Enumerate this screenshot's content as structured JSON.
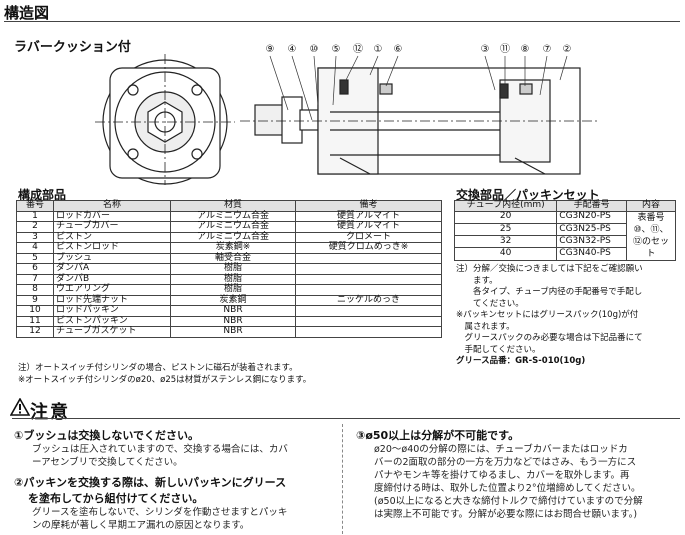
{
  "header": {
    "title": "構造図",
    "subtitle": "ラバークッション付"
  },
  "diagram": {
    "callouts_left": [
      "⑨",
      "④",
      "⑩",
      "⑤",
      "⑫",
      "①",
      "⑥"
    ],
    "callouts_right": [
      "③",
      "⑪",
      "⑧",
      "⑦",
      "②"
    ]
  },
  "parts": {
    "title": "構成部品",
    "columns": [
      "番号",
      "名称",
      "材質",
      "備考"
    ],
    "rows": [
      [
        "1",
        "ロッドカバー",
        "アルミニウム合金",
        "硬質アルマイト"
      ],
      [
        "2",
        "チューブカバー",
        "アルミニウム合金",
        "硬質アルマイト"
      ],
      [
        "3",
        "ピストン",
        "アルミニウム合金",
        "クロメート"
      ],
      [
        "4",
        "ピストンロッド",
        "炭素鋼※",
        "硬質クロムめっき※"
      ],
      [
        "5",
        "ブッシュ",
        "軸受合金",
        ""
      ],
      [
        "6",
        "ダンパA",
        "樹脂",
        ""
      ],
      [
        "7",
        "ダンパB",
        "樹脂",
        ""
      ],
      [
        "8",
        "ウエアリング",
        "樹脂",
        ""
      ],
      [
        "9",
        "ロッド先端ナット",
        "炭素鋼",
        "ニッケルめっき"
      ],
      [
        "10",
        "ロッドパッキン",
        "NBR",
        ""
      ],
      [
        "11",
        "ピストンパッキン",
        "NBR",
        ""
      ],
      [
        "12",
        "チューブガスケット",
        "NBR",
        ""
      ]
    ],
    "notes": [
      "注）オートスイッチ付シリンダの場合、ピストンに磁石が装着されます。",
      "※オートスイッチ付シリンダのø20、ø25は材質がステンレス鋼になります。"
    ]
  },
  "replace": {
    "title": "交換部品／パッキンセット",
    "columns": [
      "チューブ内径(mm)",
      "手配番号",
      "内容"
    ],
    "rows": [
      [
        "20",
        "CG3N20-PS"
      ],
      [
        "25",
        "CG3N25-PS"
      ],
      [
        "32",
        "CG3N32-PS"
      ],
      [
        "40",
        "CG3N40-PS"
      ]
    ],
    "content": "表番号⑩、⑪、⑫のセット",
    "notes": [
      "注）分解／交換につきましては下記をご確認願い",
      "　　ます。",
      "　　各タイプ、チューブ内径の手配番号で手配し",
      "　　てください。",
      "※パッキンセットにはグリースパック(10g)が付",
      "　属されます。",
      "　グリースパックのみ必要な場合は下記品番にて",
      "　手配してください。"
    ],
    "grease": "グリース品番：GR-S-010(10g)"
  },
  "caution": {
    "title": "注意",
    "items": [
      {
        "head": "①ブッシュは交換しないでください。",
        "body": [
          "ブッシュは圧入されていますので、交換する場合には、カバ",
          "ーアセンブリで交換してください。"
        ]
      },
      {
        "head": "②パッキンを交換する際は、新しいパッキンにグリース",
        "head2": "を塗布してから組付けてください。",
        "body": [
          "グリースを塗布しないで、シリンダを作動させますとパッキ",
          "ンの摩耗が著しく早期エア漏れの原因となります。"
        ]
      },
      {
        "head": "③ø50以上は分解が不可能です。",
        "body": [
          "ø20～ø40の分解の際には、チューブカバーまたはロッドカ",
          "バーの2面取の部分の一方を万力などではさみ、もう一方にス",
          "パナやモンキ等を掛けてゆるまし、カバーを取外します。再",
          "度締付ける時は、取外した位置より2°位増締めしてください。",
          "(ø50以上になると大きな締付トルクで締付けていますので分解",
          "は実際上不可能です。分解が必要な際にはお問合せ願います。)"
        ]
      }
    ]
  }
}
